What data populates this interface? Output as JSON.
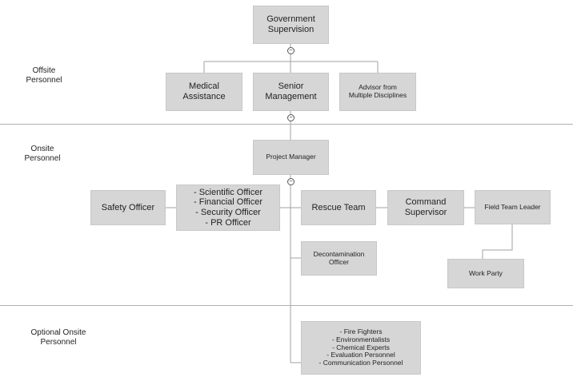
{
  "sections": {
    "offsite": "Offsite\nPersonnel",
    "onsite": "Onsite\nPersonnel",
    "optional": "Optional Onsite\nPersonnel"
  },
  "toggle_glyph": "−",
  "nodes": {
    "government": "Government\nSupervision",
    "medical": "Medical\nAssistance",
    "senior": "Senior\nManagement",
    "advisor": "Advisor from\nMultiple Disciplines",
    "project_manager": "Project Manager",
    "safety": "Safety Officer",
    "officers": [
      "- Scientific Officer",
      "- Financial Officer",
      "- Security Officer",
      "- PR Officer"
    ],
    "rescue": "Rescue Team",
    "command": "Command\nSupervisor",
    "field_leader": "Field Team Leader",
    "work_party": "Work Party",
    "decon": "Decontamination\nOfficer",
    "optional_list": [
      "- Fire Fighters",
      "- Environmentalists",
      "- Chemical Experts",
      "- Evaluation Personnel",
      "- Communication Personnel"
    ]
  },
  "colors": {
    "box": "#d6d6d6",
    "line": "#a0a0a0",
    "divider": "#b0b0b0"
  }
}
